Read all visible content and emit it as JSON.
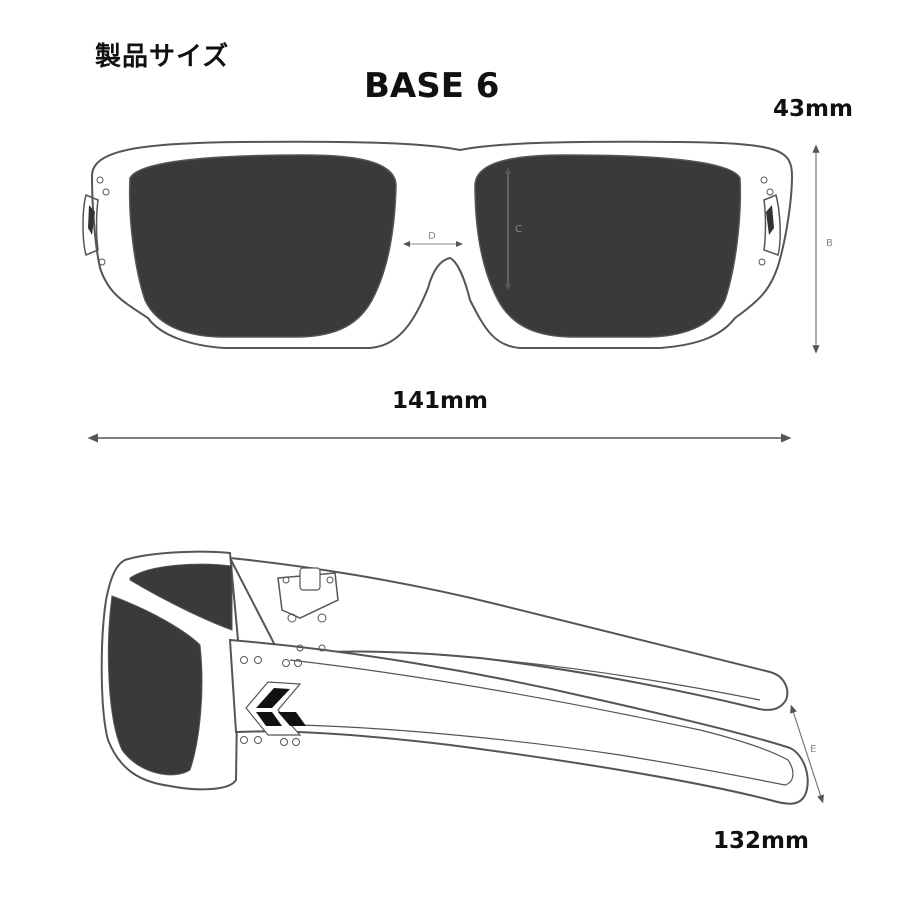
{
  "header": {
    "title": "製品サイズ",
    "base_label": "BASE 6"
  },
  "dimensions": {
    "height": "43mm",
    "width": "141mm",
    "temple": "132mm"
  },
  "diagram_labels": {
    "bridge": "D",
    "lens_height": "C",
    "frame_height": "B",
    "temple_width": "E"
  },
  "colors": {
    "lens": "#3a3a3a",
    "outline": "#555555",
    "frame": "#ffffff",
    "text": "#111111"
  }
}
